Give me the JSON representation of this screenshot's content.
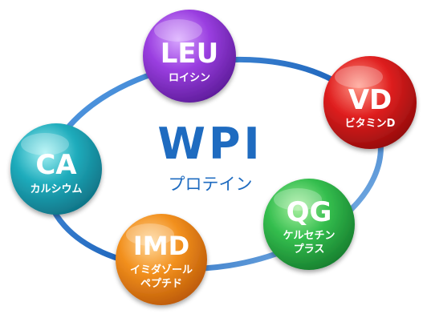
{
  "center": {
    "title": "WPI",
    "subtitle": "プロテイン"
  },
  "nodes": [
    {
      "abbr": "LEU",
      "name_line1": "ロイシン",
      "name_line2": ""
    },
    {
      "abbr": "VD",
      "name_line1": "ビタミンD",
      "name_line2": ""
    },
    {
      "abbr": "QG",
      "name_line1": "ケルセチン",
      "name_line2": "プラス"
    },
    {
      "abbr": "IMD",
      "name_line1": "イミダゾール",
      "name_line2": "ペプチド"
    },
    {
      "abbr": "CA",
      "name_line1": "カルシウム",
      "name_line2": ""
    }
  ],
  "colors": {
    "ring": "#2a73c7",
    "center_text": "#1e6bc0",
    "leu": "#8a2fd0",
    "vd": "#d81818",
    "qg": "#2fb84a",
    "imd": "#f08a1a",
    "ca": "#1aa8b8"
  }
}
